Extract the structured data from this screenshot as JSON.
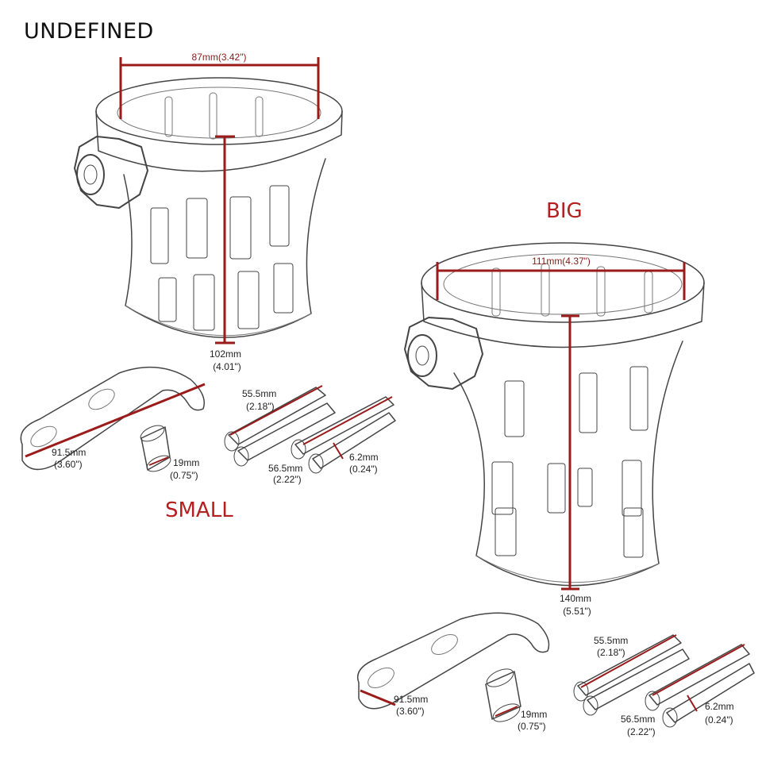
{
  "brand": "UNDEFINED",
  "colors": {
    "measure": "#9b1b1b",
    "title": "#b41f1f",
    "outline": "#444444"
  },
  "small": {
    "title": "SMALL",
    "cup_width": "87mm(3.42\")",
    "cup_height_mm": "102mm",
    "cup_height_in": "(4.01\")",
    "bracket_mm": "91.5mm",
    "bracket_in": "(3.60\")",
    "spacer_mm": "19mm",
    "spacer_in": "(0.75\")",
    "bolt_long_mm": "55.5mm",
    "bolt_long_in": "(2.18\")",
    "bolt_short_mm": "56.5mm",
    "bolt_short_in": "(2.22\")",
    "bolt_dia_mm": "6.2mm",
    "bolt_dia_in": "(0.24\")"
  },
  "big": {
    "title": "BIG",
    "cup_width": "111mm(4.37\")",
    "cup_height_mm": "140mm",
    "cup_height_in": "(5.51\")",
    "bracket_mm": "91.5mm",
    "bracket_in": "(3.60\")",
    "spacer_mm": "19mm",
    "spacer_in": "(0.75\")",
    "bolt_long_mm": "55.5mm",
    "bolt_long_in": "(2.18\")",
    "bolt_short_mm": "56.5mm",
    "bolt_short_in": "(2.22\")",
    "bolt_dia_mm": "6.2mm",
    "bolt_dia_in": "(0.24\")"
  }
}
